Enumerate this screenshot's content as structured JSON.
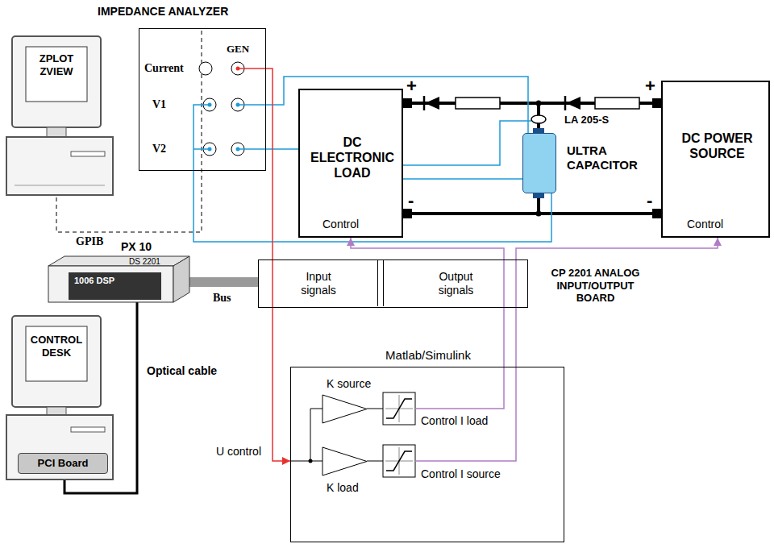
{
  "diagram": {
    "nodes": [
      {
        "text": [
          "IMPEDANCE ANALYZER",
          "Current",
          "GEN",
          "V1",
          "V2"
        ]
      },
      {
        "text": [
          "ZPLOT ZVIEW"
        ]
      },
      {
        "text": [
          "DC ELECTRONIC LOAD",
          "Control"
        ]
      },
      {
        "text": [
          "ULTRA CAPACITOR"
        ]
      },
      {
        "text": [
          "DC POWER SOURCE",
          "Control"
        ]
      },
      {
        "text": [
          "PX 10",
          "DS 2201",
          "1006 DSP"
        ]
      },
      {
        "text": [
          "CP 2201 ANALOG INPUT/OUTPUT BOARD"
        ]
      },
      {
        "text": [
          "Input signals"
        ],
        "in": 6
      },
      {
        "text": [
          "Output signals"
        ],
        "in": 6
      },
      {
        "text": [
          "CONTROL DESK"
        ]
      },
      {
        "text": [
          "PCI Board"
        ],
        "in": 9
      },
      {
        "text": [
          "Matlab/Simulink"
        ]
      }
    ],
    "edges": [
      {
        "from": 1,
        "to": 0,
        "arrow": "none",
        "label": "GPIB"
      },
      {
        "from": 5,
        "to": 6,
        "arrow": "none",
        "label": "Bus"
      },
      {
        "from": 5,
        "to": 10,
        "arrow": "none",
        "label": "Optical cable"
      },
      {
        "from": 2,
        "to": 3,
        "arrow": "none"
      },
      {
        "from": 4,
        "to": 3,
        "arrow": "none"
      },
      {
        "from": 2,
        "to": 4,
        "arrow": "none"
      },
      {
        "from": 0,
        "to": 3,
        "arrow": "none"
      },
      {
        "from": 0,
        "to": 3,
        "arrow": "none"
      },
      {
        "from": 0,
        "to": 2,
        "arrow": "none"
      },
      {
        "from": 0,
        "to": 11,
        "arrow": "to"
      },
      {
        "from": 11,
        "to": 2,
        "arrow": "to"
      },
      {
        "from": 11,
        "to": 4,
        "arrow": "to"
      }
    ],
    "labels": [
      "+",
      "-",
      "+",
      "-",
      "LA 205-S",
      "U control",
      "K source",
      "K load",
      "Control I load",
      "Control I source"
    ]
  }
}
